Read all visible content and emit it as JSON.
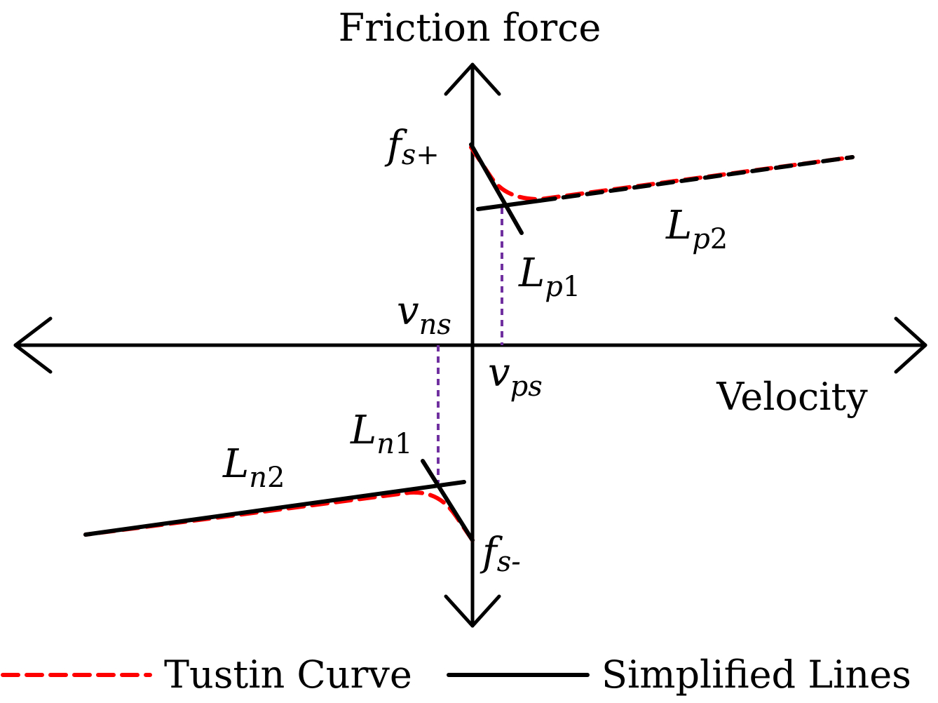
{
  "axes": {
    "y_label": "Friction force",
    "x_label": "Velocity"
  },
  "labels": {
    "fs_plus": {
      "main": "f",
      "sub": "s+"
    },
    "fs_minus": {
      "main": "f",
      "sub": "s-"
    },
    "v_ns": {
      "main": "v",
      "sub": "ns"
    },
    "v_ps": {
      "main": "v",
      "sub": "ps"
    },
    "L_p1": {
      "main": "L",
      "sub_italic": "p",
      "sub_num": "1"
    },
    "L_p2": {
      "main": "L",
      "sub_italic": "p",
      "sub_num": "2"
    },
    "L_n1": {
      "main": "L",
      "sub_italic": "n",
      "sub_num": "1"
    },
    "L_n2": {
      "main": "L",
      "sub_italic": "n",
      "sub_num": "2"
    }
  },
  "legend": {
    "tustin_label": "Tustin Curve",
    "simplified_label": "Simplified Lines"
  },
  "colors": {
    "axis": "#000000",
    "tustin": "#ff0000",
    "simplified": "#000000",
    "guide": "#7030a0"
  }
}
